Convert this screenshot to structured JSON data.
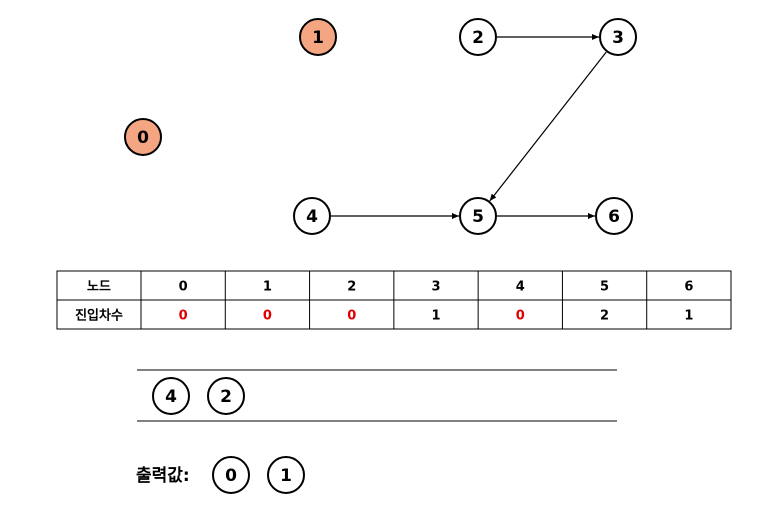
{
  "colors": {
    "visited_fill": "#f4a582",
    "default_fill": "#ffffff",
    "stroke": "#000000",
    "highlight_text": "#e00000"
  },
  "graph": {
    "nodes": [
      {
        "id": "0",
        "label": "0",
        "visited": true
      },
      {
        "id": "1",
        "label": "1",
        "visited": true
      },
      {
        "id": "2",
        "label": "2",
        "visited": false
      },
      {
        "id": "3",
        "label": "3",
        "visited": false
      },
      {
        "id": "4",
        "label": "4",
        "visited": false
      },
      {
        "id": "5",
        "label": "5",
        "visited": false
      },
      {
        "id": "6",
        "label": "6",
        "visited": false
      }
    ],
    "edges": [
      {
        "from": "2",
        "to": "3"
      },
      {
        "from": "3",
        "to": "5"
      },
      {
        "from": "4",
        "to": "5"
      },
      {
        "from": "5",
        "to": "6"
      }
    ]
  },
  "table": {
    "row_headers": [
      "노드",
      "진입차수"
    ],
    "nodes": [
      "0",
      "1",
      "2",
      "3",
      "4",
      "5",
      "6"
    ],
    "indegrees": [
      "0",
      "0",
      "0",
      "1",
      "0",
      "2",
      "1"
    ],
    "highlighted": [
      true,
      true,
      true,
      false,
      true,
      false,
      false
    ]
  },
  "queue": {
    "items": [
      "4",
      "2"
    ]
  },
  "output": {
    "label": "출력값:",
    "items": [
      "0",
      "1"
    ]
  }
}
